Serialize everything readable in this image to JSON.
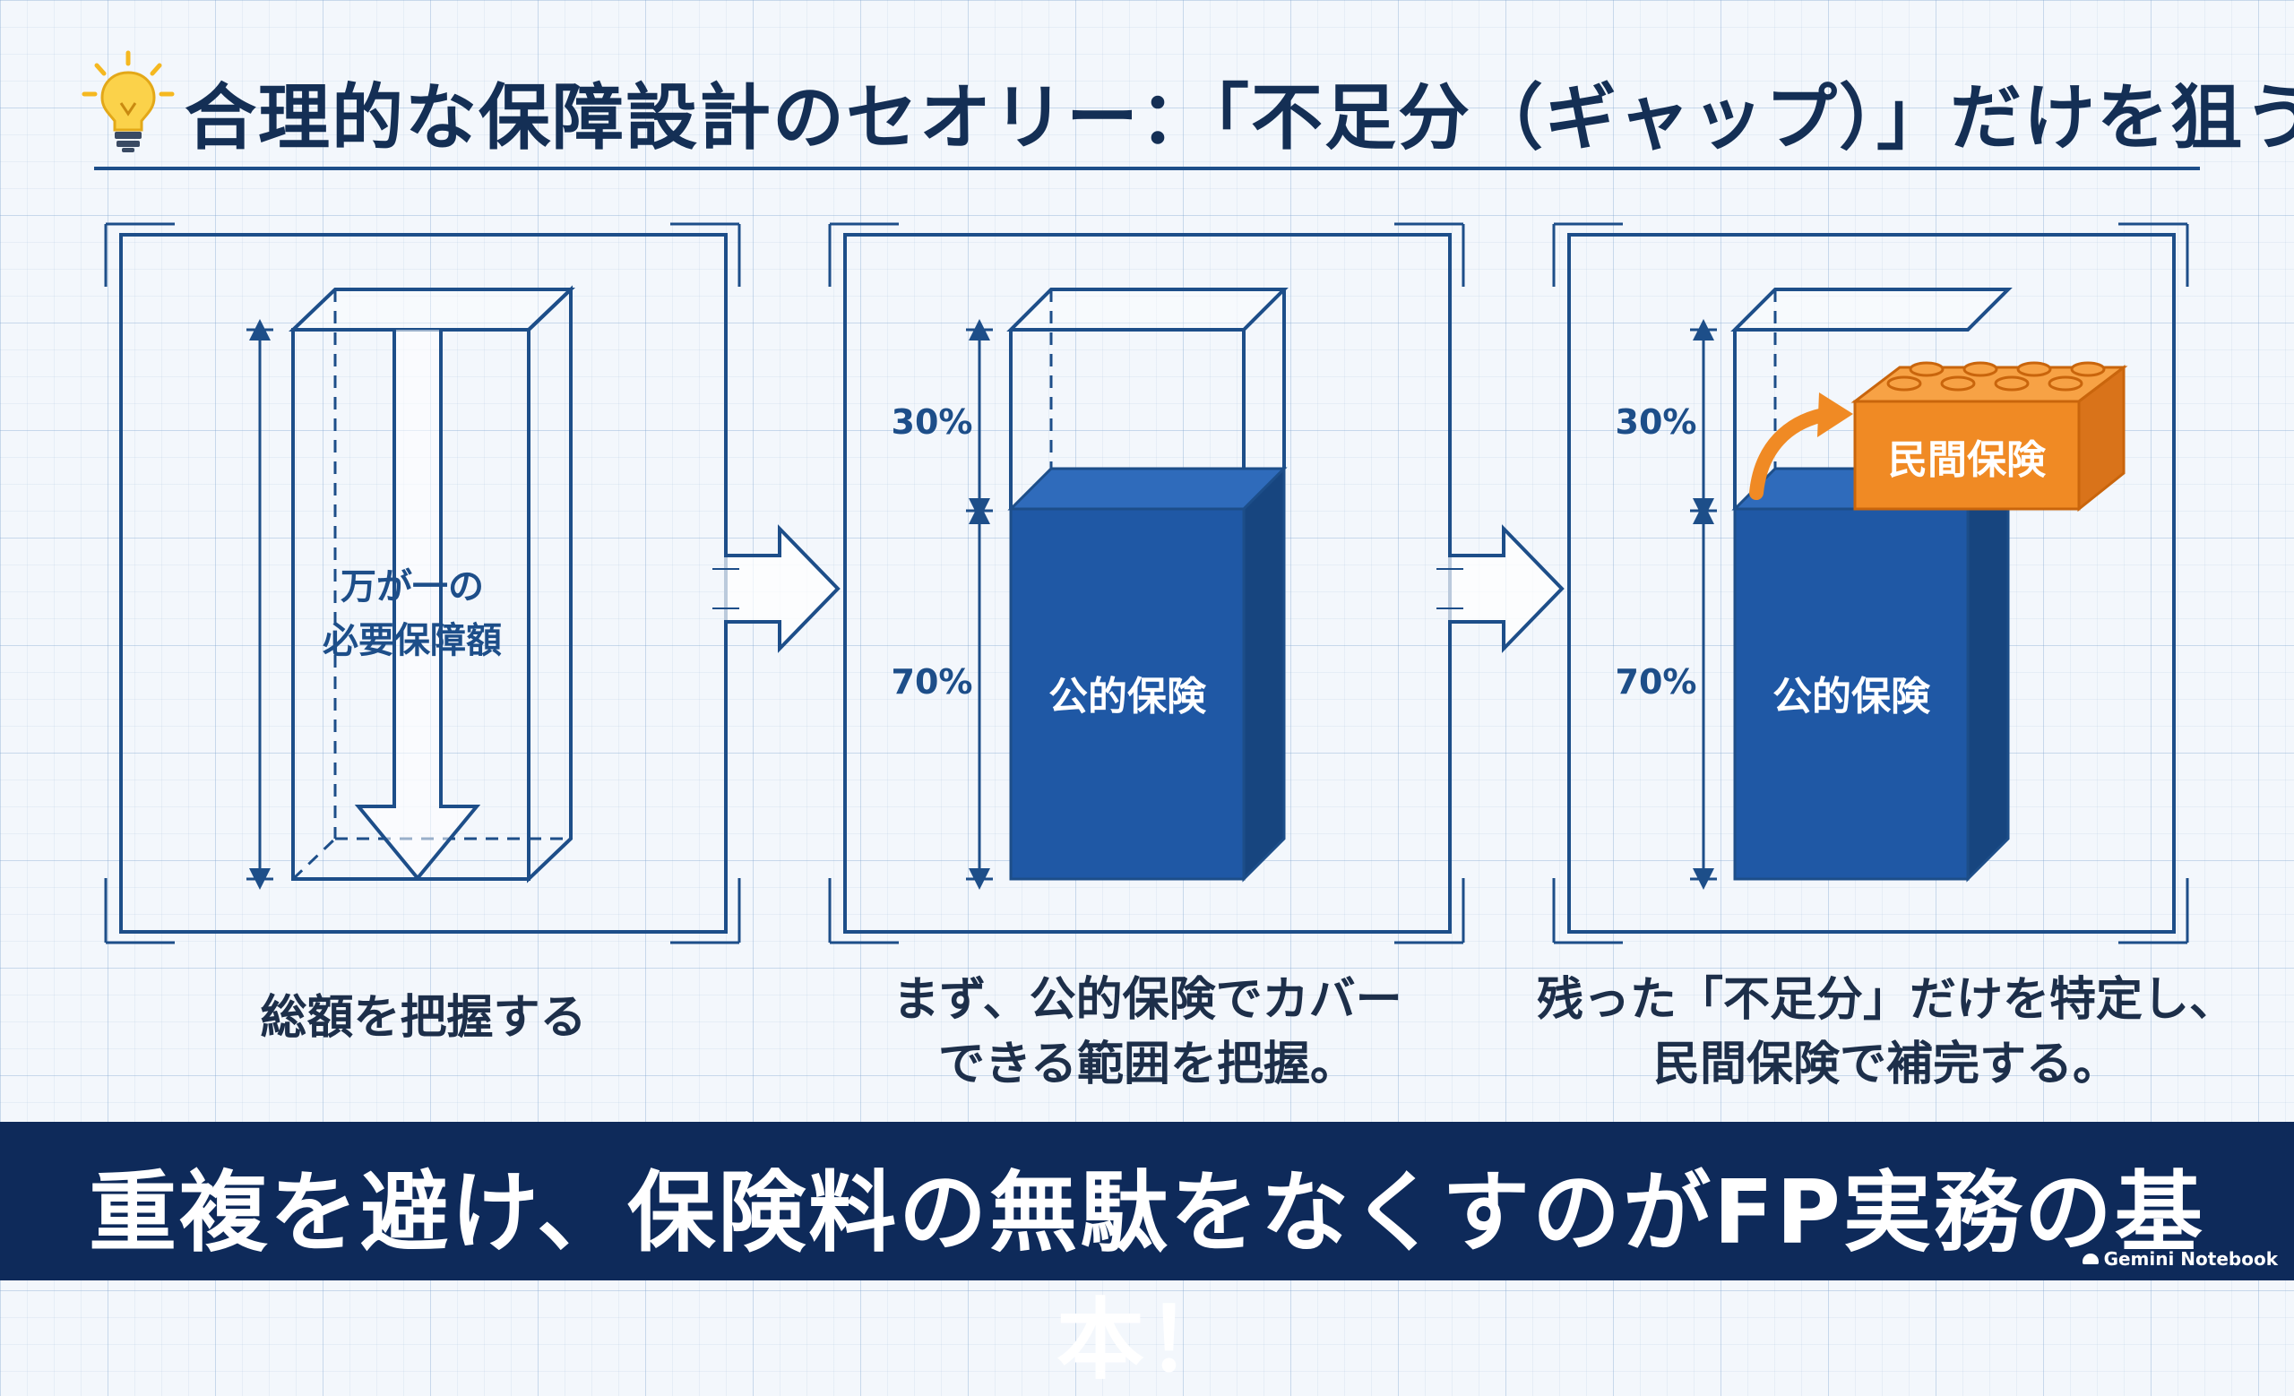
{
  "title": "合理的な保障設計のセオリー：「不足分（ギャップ）」だけを狙う",
  "panels": [
    {
      "box_label_line1": "万が一の",
      "box_label_line2": "必要保障額",
      "caption": "総額を把握する"
    },
    {
      "top_percent": "30%",
      "bottom_percent": "70%",
      "filled_label": "公的保険",
      "public_share": 0.7,
      "caption": "まず、公的保険でカバー\nできる範囲を把握。"
    },
    {
      "top_percent": "30%",
      "bottom_percent": "70%",
      "filled_label": "公的保険",
      "block_label": "民間保険",
      "public_share": 0.7,
      "caption": "残った「不足分」だけを特定し、\n民間保険で補完する。"
    }
  ],
  "bottom_message": "重複を避け、保険料の無駄をなくすのがFP実務の基本！",
  "brand": "Gemini Notebook",
  "colors": {
    "navy": "#0e2a5a",
    "line": "#1d4e89",
    "fill_front": "#1f58a5",
    "fill_side": "#17457f",
    "fill_top": "#2f6bbb",
    "orange": "#f08a24",
    "orange_dark": "#c9650c"
  }
}
